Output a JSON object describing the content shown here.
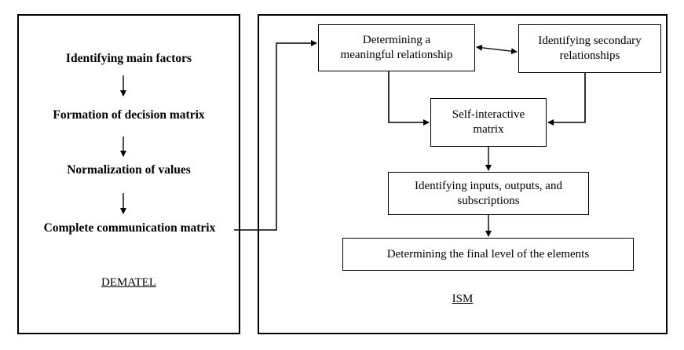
{
  "dematel": {
    "steps": [
      "Identifying main factors",
      "Formation of decision matrix",
      "Normalization of values",
      "Complete communication matrix"
    ],
    "label": "DEMATEL"
  },
  "ism": {
    "boxes": {
      "meaningful_relationship": [
        "Determining a",
        "meaningful relationship"
      ],
      "secondary_relationships": [
        "Identifying secondary",
        "relationships"
      ],
      "self_interactive": [
        "Self-interactive",
        "matrix"
      ],
      "inputs_outputs": [
        "Identifying inputs, outputs, and",
        "subscriptions"
      ],
      "final_level": [
        "Determining the final level of the elements"
      ]
    },
    "label": "ISM"
  }
}
